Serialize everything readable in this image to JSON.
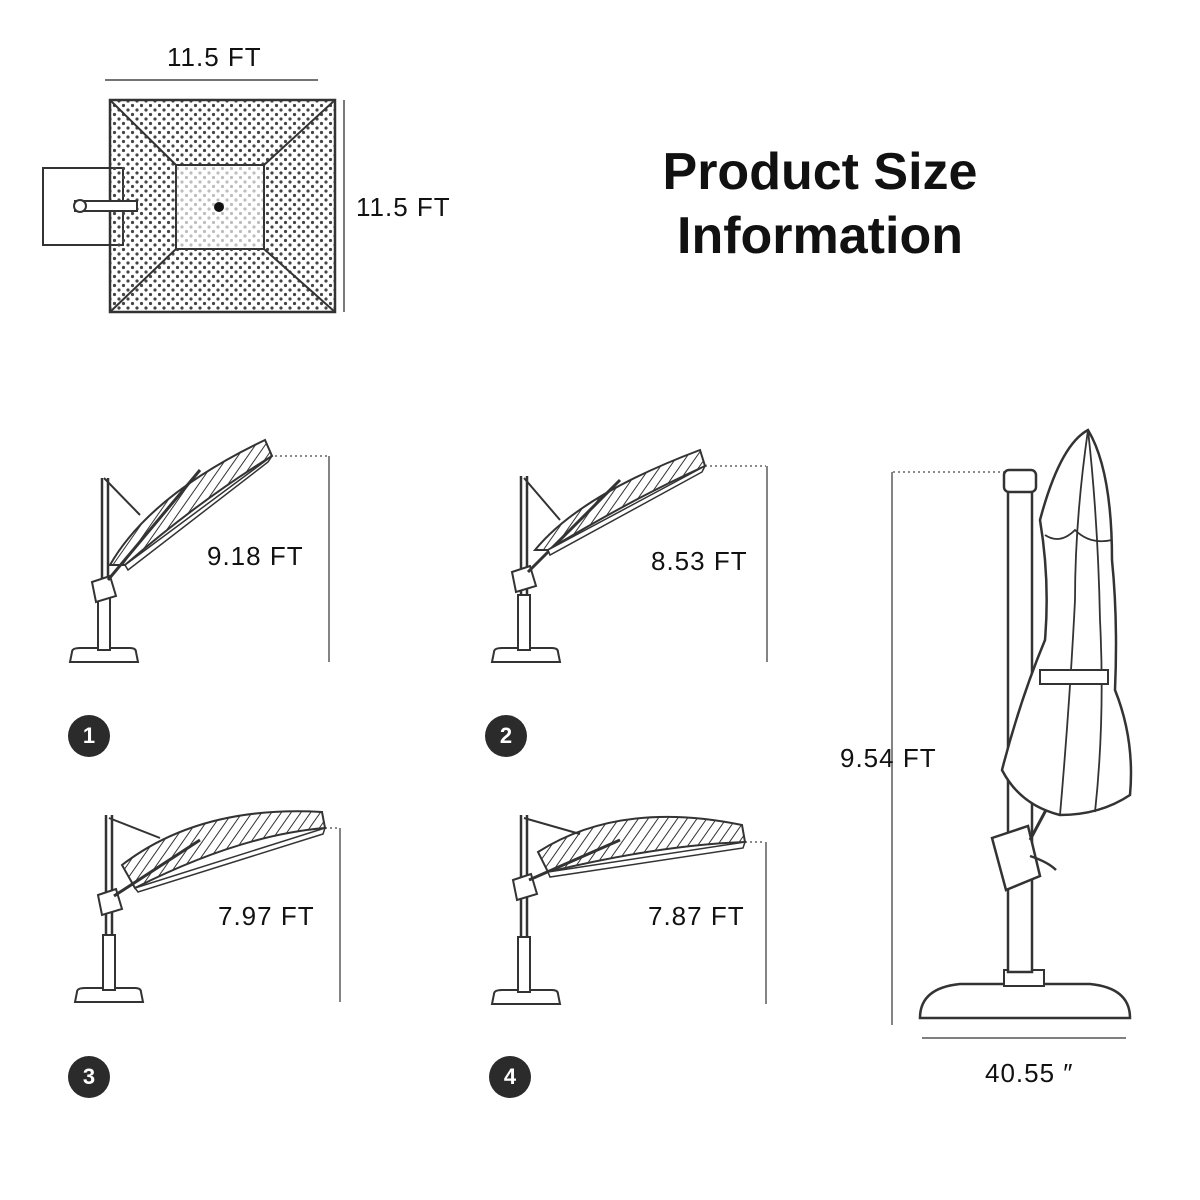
{
  "title": {
    "line1": "Product Size",
    "line2": "Information"
  },
  "top_view": {
    "width_label": "11.5 FT",
    "depth_label": "11.5 FT"
  },
  "positions": [
    {
      "number": "1",
      "height_label": "9.18 FT"
    },
    {
      "number": "2",
      "height_label": "8.53 FT"
    },
    {
      "number": "3",
      "height_label": "7.97 FT"
    },
    {
      "number": "4",
      "height_label": "7.87 FT"
    }
  ],
  "closed_view": {
    "height_label": "9.54 FT",
    "base_label": "40.55 ″"
  },
  "colors": {
    "line": "#222222",
    "badge": "#2b2b2b"
  }
}
